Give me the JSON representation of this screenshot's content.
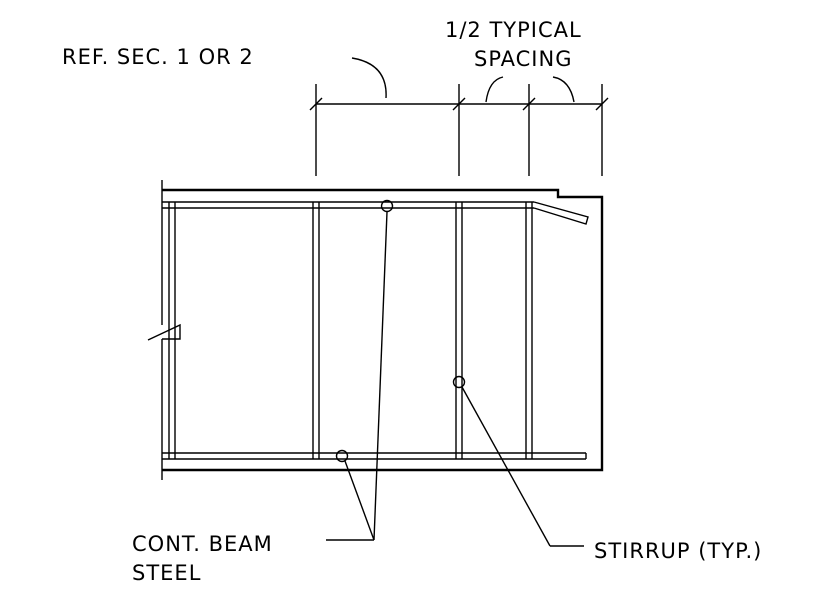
{
  "labels": {
    "ref_section": "REF. SEC. 1 OR 2",
    "half_spacing_line1": "1/2 TYPICAL",
    "half_spacing_line2": "SPACING",
    "cont_beam_line1": "CONT. BEAM",
    "cont_beam_line2": "STEEL",
    "stirrup": "STIRRUP (TYP.)"
  }
}
